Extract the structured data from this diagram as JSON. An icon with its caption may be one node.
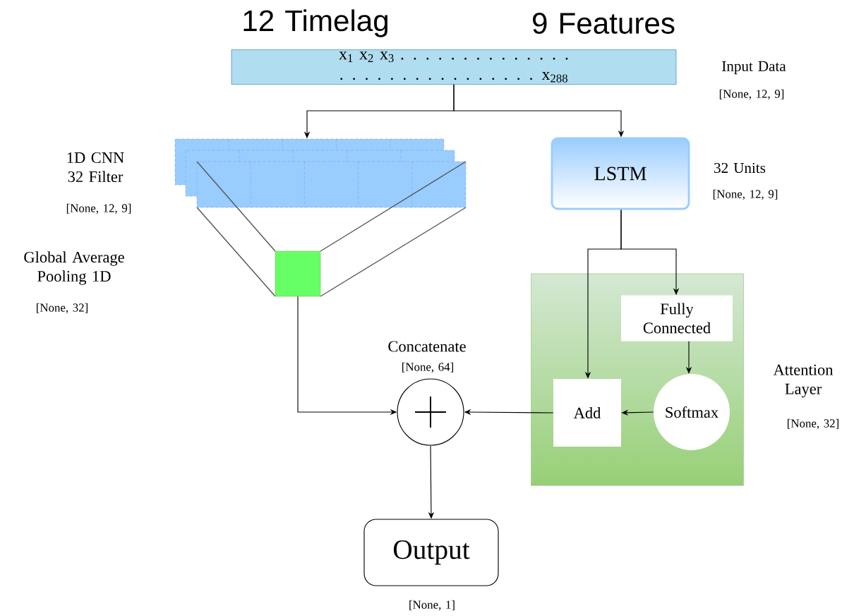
{
  "diagram": {
    "nodes": [
      {
        "text": [
          "x$_{1}$ x$_{2}$ x$_{3}$ . . . . . . . . . . . . . . . . . . . . . . . . . . . . . . x$_{288}$"
        ],
        "beside": [
          "Input Data",
          "[None, 12, 9]",
          "12 Timelag",
          "9 Features"
        ]
      },
      {
        "text": [],
        "shape": "box",
        "beside": [
          "1D CNN 32 Filter",
          "[None, 12, 9]"
        ]
      },
      {
        "text": [
          "LSTM"
        ],
        "beside": [
          "32 Units",
          "[None, 12, 9]"
        ]
      },
      {
        "text": [],
        "shape": "box",
        "beside": [
          "Global Average Pooling 1D",
          "[None, 32]"
        ]
      },
      {
        "text": [
          "Attention Layer"
        ],
        "beside": [
          "[None, 32]"
        ]
      },
      {
        "text": [
          "Fully Connected"
        ],
        "in": 4
      },
      {
        "text": [
          "Add"
        ],
        "in": 4
      },
      {
        "text": [
          "Softmax"
        ],
        "in": 4
      },
      {
        "text": [
          "Concatenate"
        ],
        "beside": [
          "[None, 64]"
        ]
      },
      {
        "text": [
          "Output"
        ],
        "beside": [
          "[None, 1]"
        ]
      }
    ],
    "edges": [
      {
        "from": 0,
        "to": 1,
        "arrow": "to"
      },
      {
        "from": 0,
        "to": 2,
        "arrow": "to"
      },
      {
        "from": 3,
        "to": 8,
        "arrow": "to"
      },
      {
        "from": 2,
        "to": 6,
        "arrow": "to"
      },
      {
        "from": 2,
        "to": 5,
        "arrow": "to"
      },
      {
        "from": 5,
        "to": 7,
        "arrow": "to"
      },
      {
        "from": 7,
        "to": 6,
        "arrow": "to"
      },
      {
        "from": 6,
        "to": 8,
        "arrow": "to"
      },
      {
        "from": 8,
        "to": 9,
        "arrow": "to"
      }
    ]
  }
}
